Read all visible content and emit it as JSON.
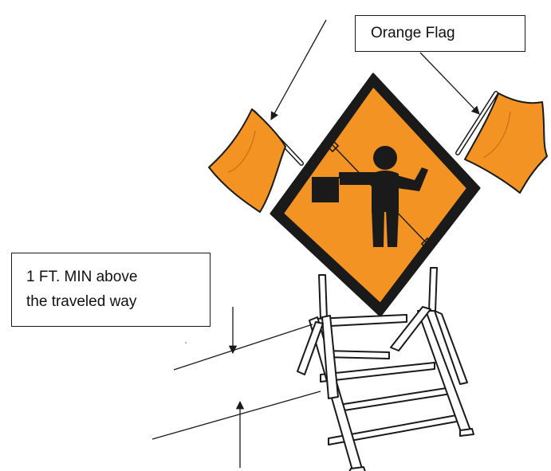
{
  "labels": {
    "flag_callout": "Orange Flag",
    "height_callout_line1": "1 FT. MIN above",
    "height_callout_line2": "the traveled way"
  },
  "colors": {
    "sign_orange": "#F39324",
    "flag_orange": "#F39324",
    "ink": "#1a1a1a",
    "stand": "#ffffff"
  },
  "icons": {
    "sign_symbol": "flagger-icon"
  }
}
